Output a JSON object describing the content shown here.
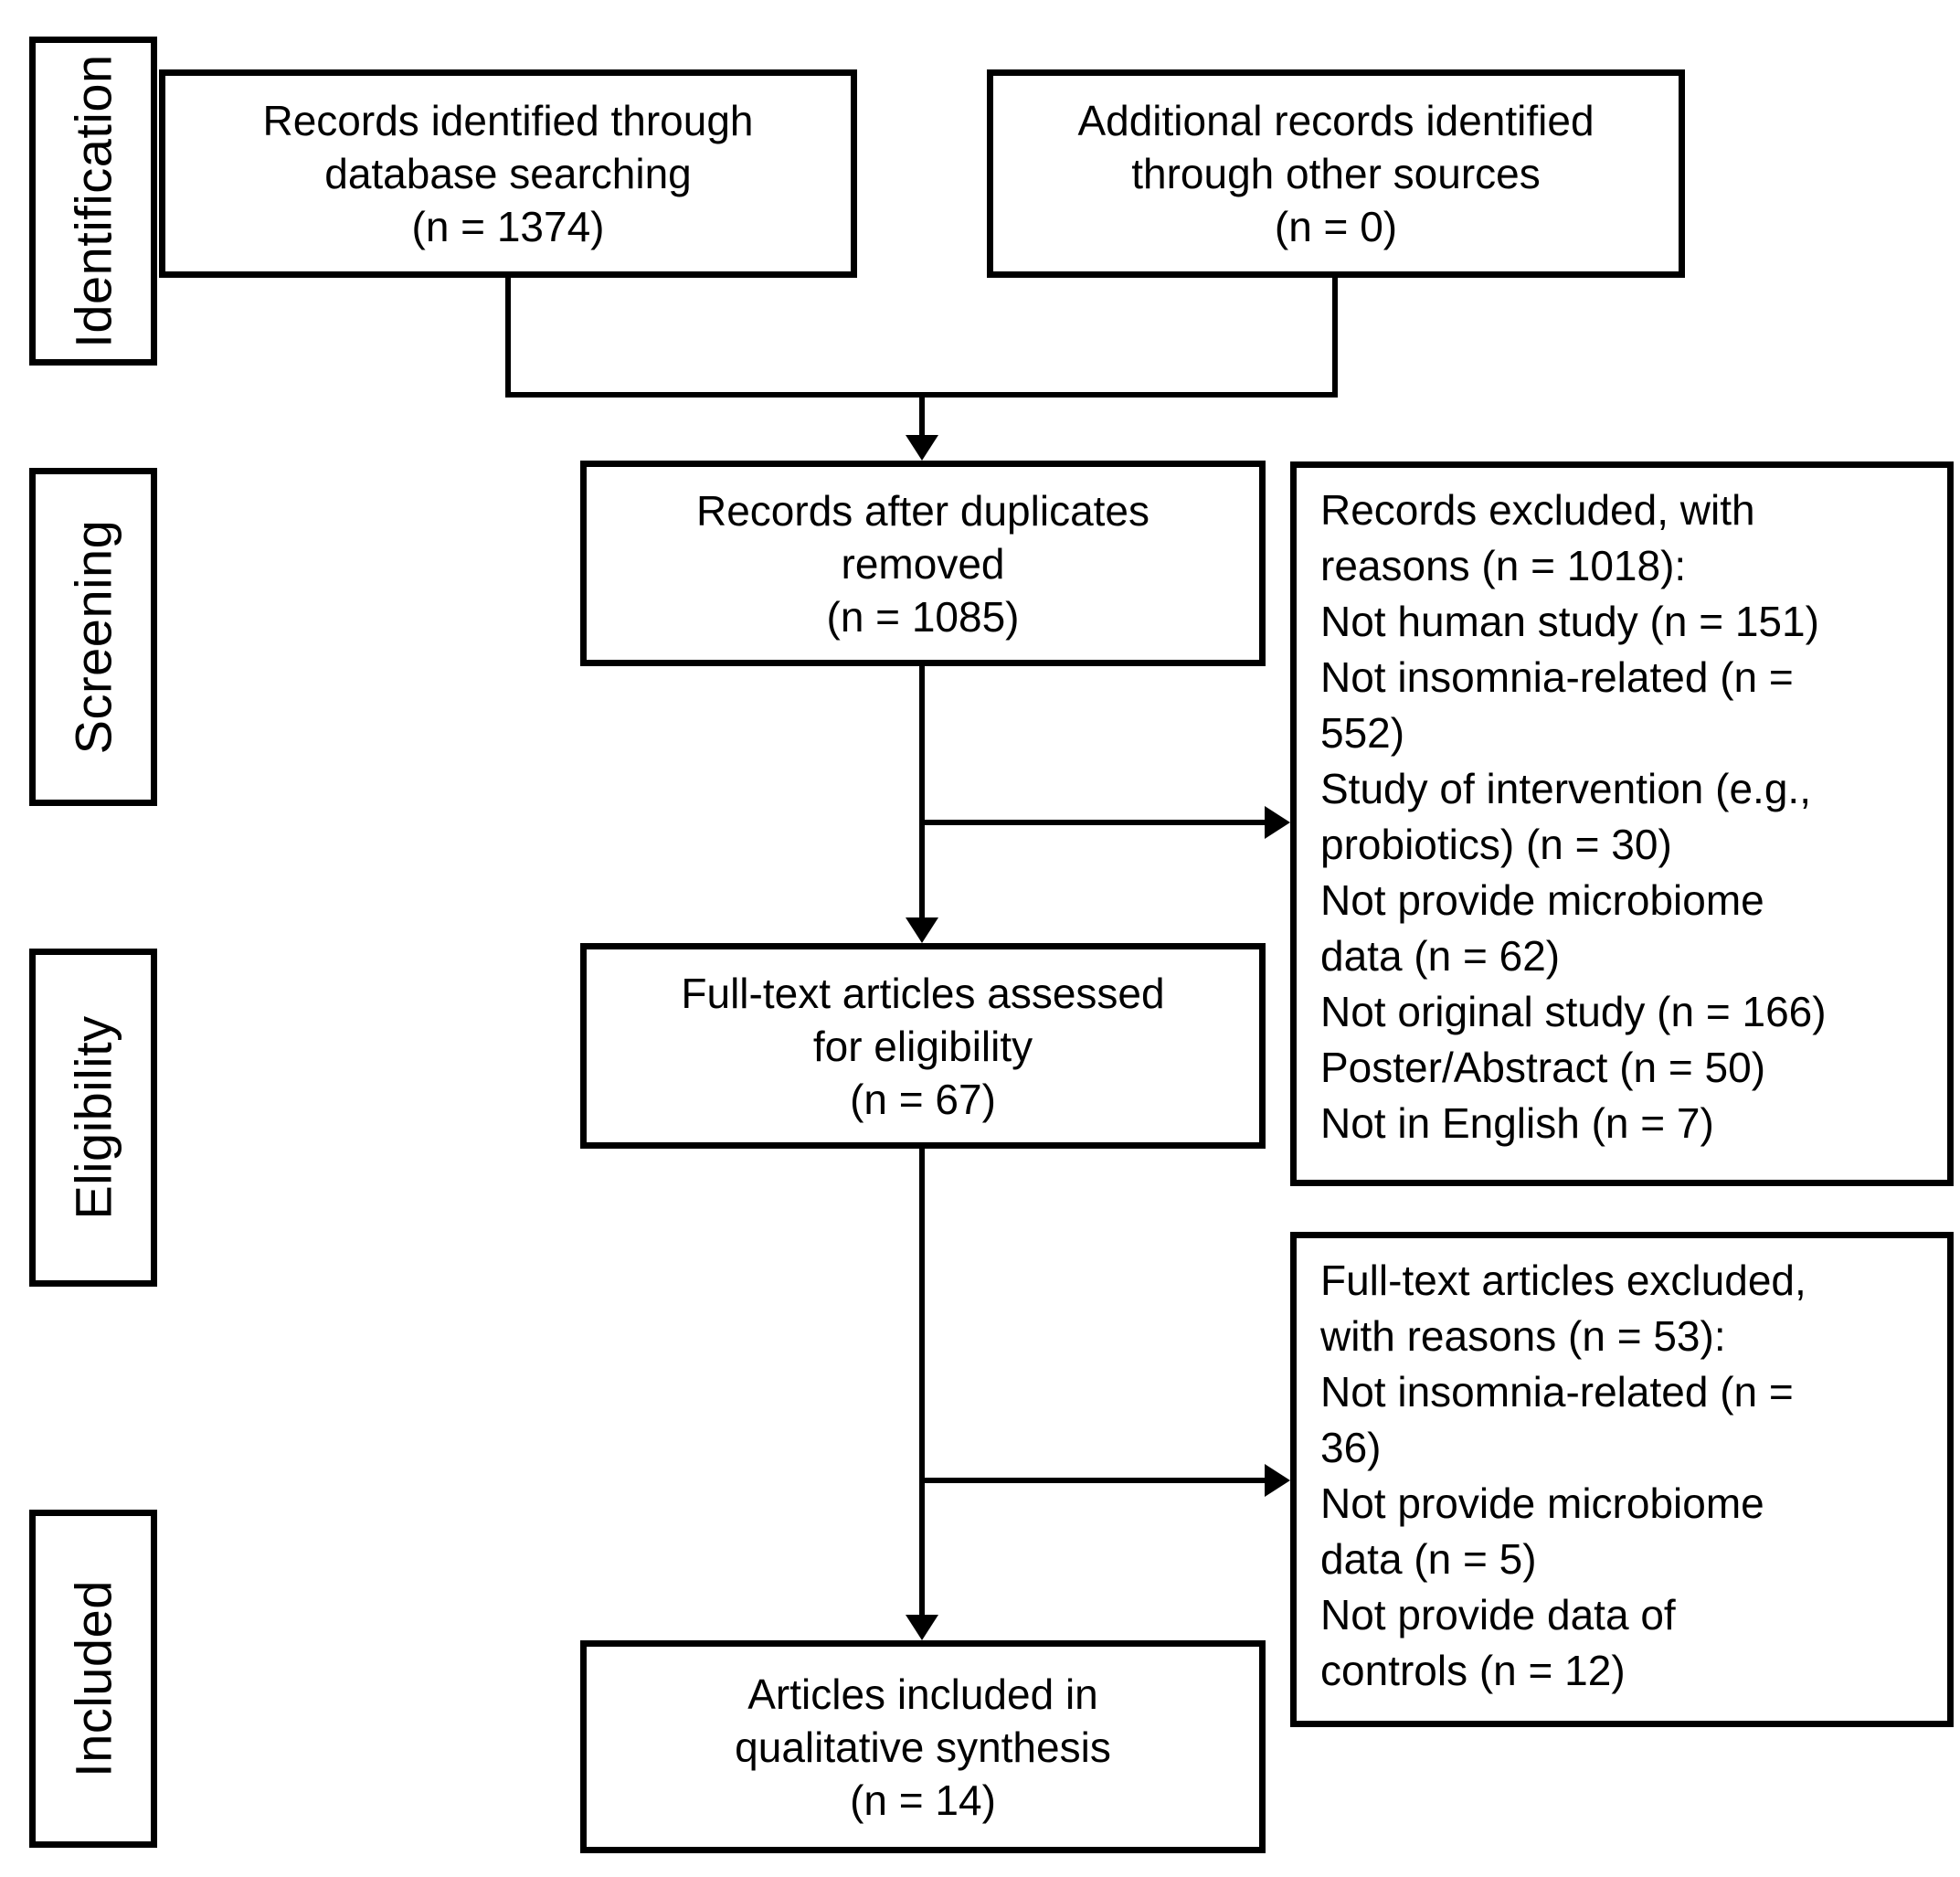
{
  "diagram_type": "PRISMA flow diagram",
  "colors": {
    "ink": "#000000",
    "paper": "#ffffff"
  },
  "sidebar": {
    "items": [
      {
        "label": "Identification"
      },
      {
        "label": "Screening"
      },
      {
        "label": "Eligibility"
      },
      {
        "label": "Included"
      }
    ]
  },
  "boxes": {
    "identified": {
      "lines": [
        "Records identified through",
        "database searching",
        "(n = 1374)"
      ]
    },
    "additional": {
      "lines": [
        "Additional records identified",
        "through other sources",
        "(n = 0)"
      ]
    },
    "deduplicated": {
      "lines": [
        "Records after duplicates",
        "removed",
        "(n = 1085)"
      ]
    },
    "records_excluded": {
      "lines": [
        "Records excluded, with",
        "reasons (n = 1018):",
        "Not human study (n = 151)",
        "Not insomnia-related (n =",
        "552)",
        "Study of intervention (e.g.,",
        "probiotics) (n = 30)",
        "Not provide microbiome",
        "data (n = 62)",
        "Not original study (n = 166)",
        "Poster/Abstract (n = 50)",
        "Not in English (n = 7)"
      ]
    },
    "fulltext_assessed": {
      "lines": [
        "Full-text articles assessed",
        "for eligibility",
        "(n = 67)"
      ]
    },
    "fulltext_excluded": {
      "lines": [
        "Full-text articles excluded,",
        "with reasons (n = 53):",
        "Not insomnia-related (n =",
        "36)",
        "Not provide microbiome",
        "data (n = 5)",
        "Not provide data of",
        "controls (n = 12)"
      ]
    },
    "included_synthesis": {
      "lines": [
        "Articles included in",
        "qualitative synthesis",
        "(n = 14)"
      ]
    }
  }
}
